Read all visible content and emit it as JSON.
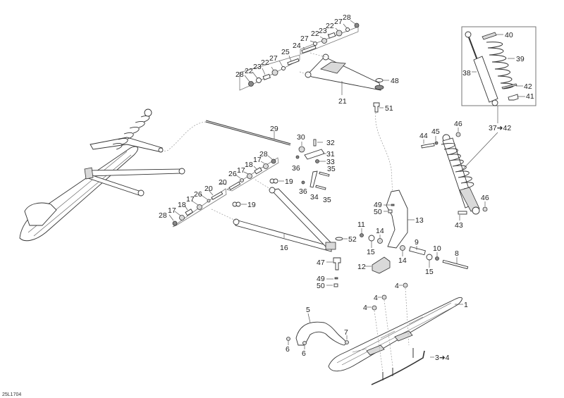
{
  "diagram": {
    "title": "Front Suspension and Ski - Exploded Parts View",
    "reference_code": "25L1704",
    "callouts": {
      "upper_arm": {
        "arm": "21",
        "ball_joint": "51",
        "ring": "48",
        "left_kit": [
          "28",
          "22",
          "23",
          "22",
          "27",
          "25"
        ],
        "right_kit": [
          "24",
          "27",
          "22",
          "23",
          "22",
          "27",
          "28"
        ]
      },
      "shock_inset": {
        "shock": "38",
        "spring": "39",
        "spring_stop": "40",
        "adjuster": "41",
        "retainer": "42",
        "kit_range": "37➜42"
      },
      "shock_mount": {
        "bolt_top": "44",
        "washer_top": "45",
        "nut_top": "46",
        "bolt_bottom": "43",
        "nut_bottom": "46"
      },
      "sway_bar": {
        "bar": "29",
        "bushing": "30",
        "link": "31",
        "bolt": "32",
        "nut_33": "33",
        "rod": "34",
        "bolt_35a": "35",
        "bolt_35b": "35",
        "nut_36a": "36",
        "nut_36b": "36"
      },
      "lower_arm": {
        "arm": "16",
        "ball_joint": "47",
        "ring": "52",
        "nut_49": "49",
        "nut_50": "50",
        "grease_19a": "19",
        "grease_19b": "19",
        "upper_kit": [
          "20",
          "26",
          "17",
          "18",
          "17",
          "28"
        ],
        "lower_kit": [
          "28",
          "17",
          "18",
          "17",
          "26",
          "20"
        ]
      },
      "spindle": {
        "spindle": "13",
        "nut_49": "49",
        "nut_50": "50",
        "bushing_14a": "14",
        "bushing_14b": "14",
        "washer_15a": "15",
        "washer_15b": "15",
        "nut_11": "11",
        "plate": "12",
        "sleeve": "9",
        "nut_10": "10",
        "bolt": "8"
      },
      "ski": {
        "ski": "1",
        "runner": "3➜4",
        "nut_a": "4",
        "nut_b": "4",
        "nut_c": "4",
        "handle": "5",
        "screw_a": "6",
        "screw_b": "6",
        "nut_7": "7"
      }
    }
  }
}
